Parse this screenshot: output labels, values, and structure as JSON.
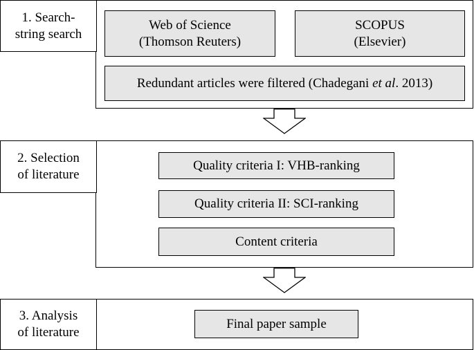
{
  "stage1": {
    "label": "1. Search-\nstring search",
    "wos": "Web of Science\n(Thomson Reuters)",
    "scopus": "SCOPUS\n(Elsevier)",
    "redundant_prefix": "Redundant articles were filtered (Chadegani ",
    "redundant_italic": "et al",
    "redundant_suffix": ". 2013)"
  },
  "stage2": {
    "label": "2. Selection\nof literature",
    "criteria": [
      "Quality criteria I: VHB-ranking",
      "Quality criteria II: SCI-ranking",
      "Content criteria"
    ]
  },
  "stage3": {
    "label": "3. Analysis\nof literature",
    "final": "Final paper sample"
  }
}
